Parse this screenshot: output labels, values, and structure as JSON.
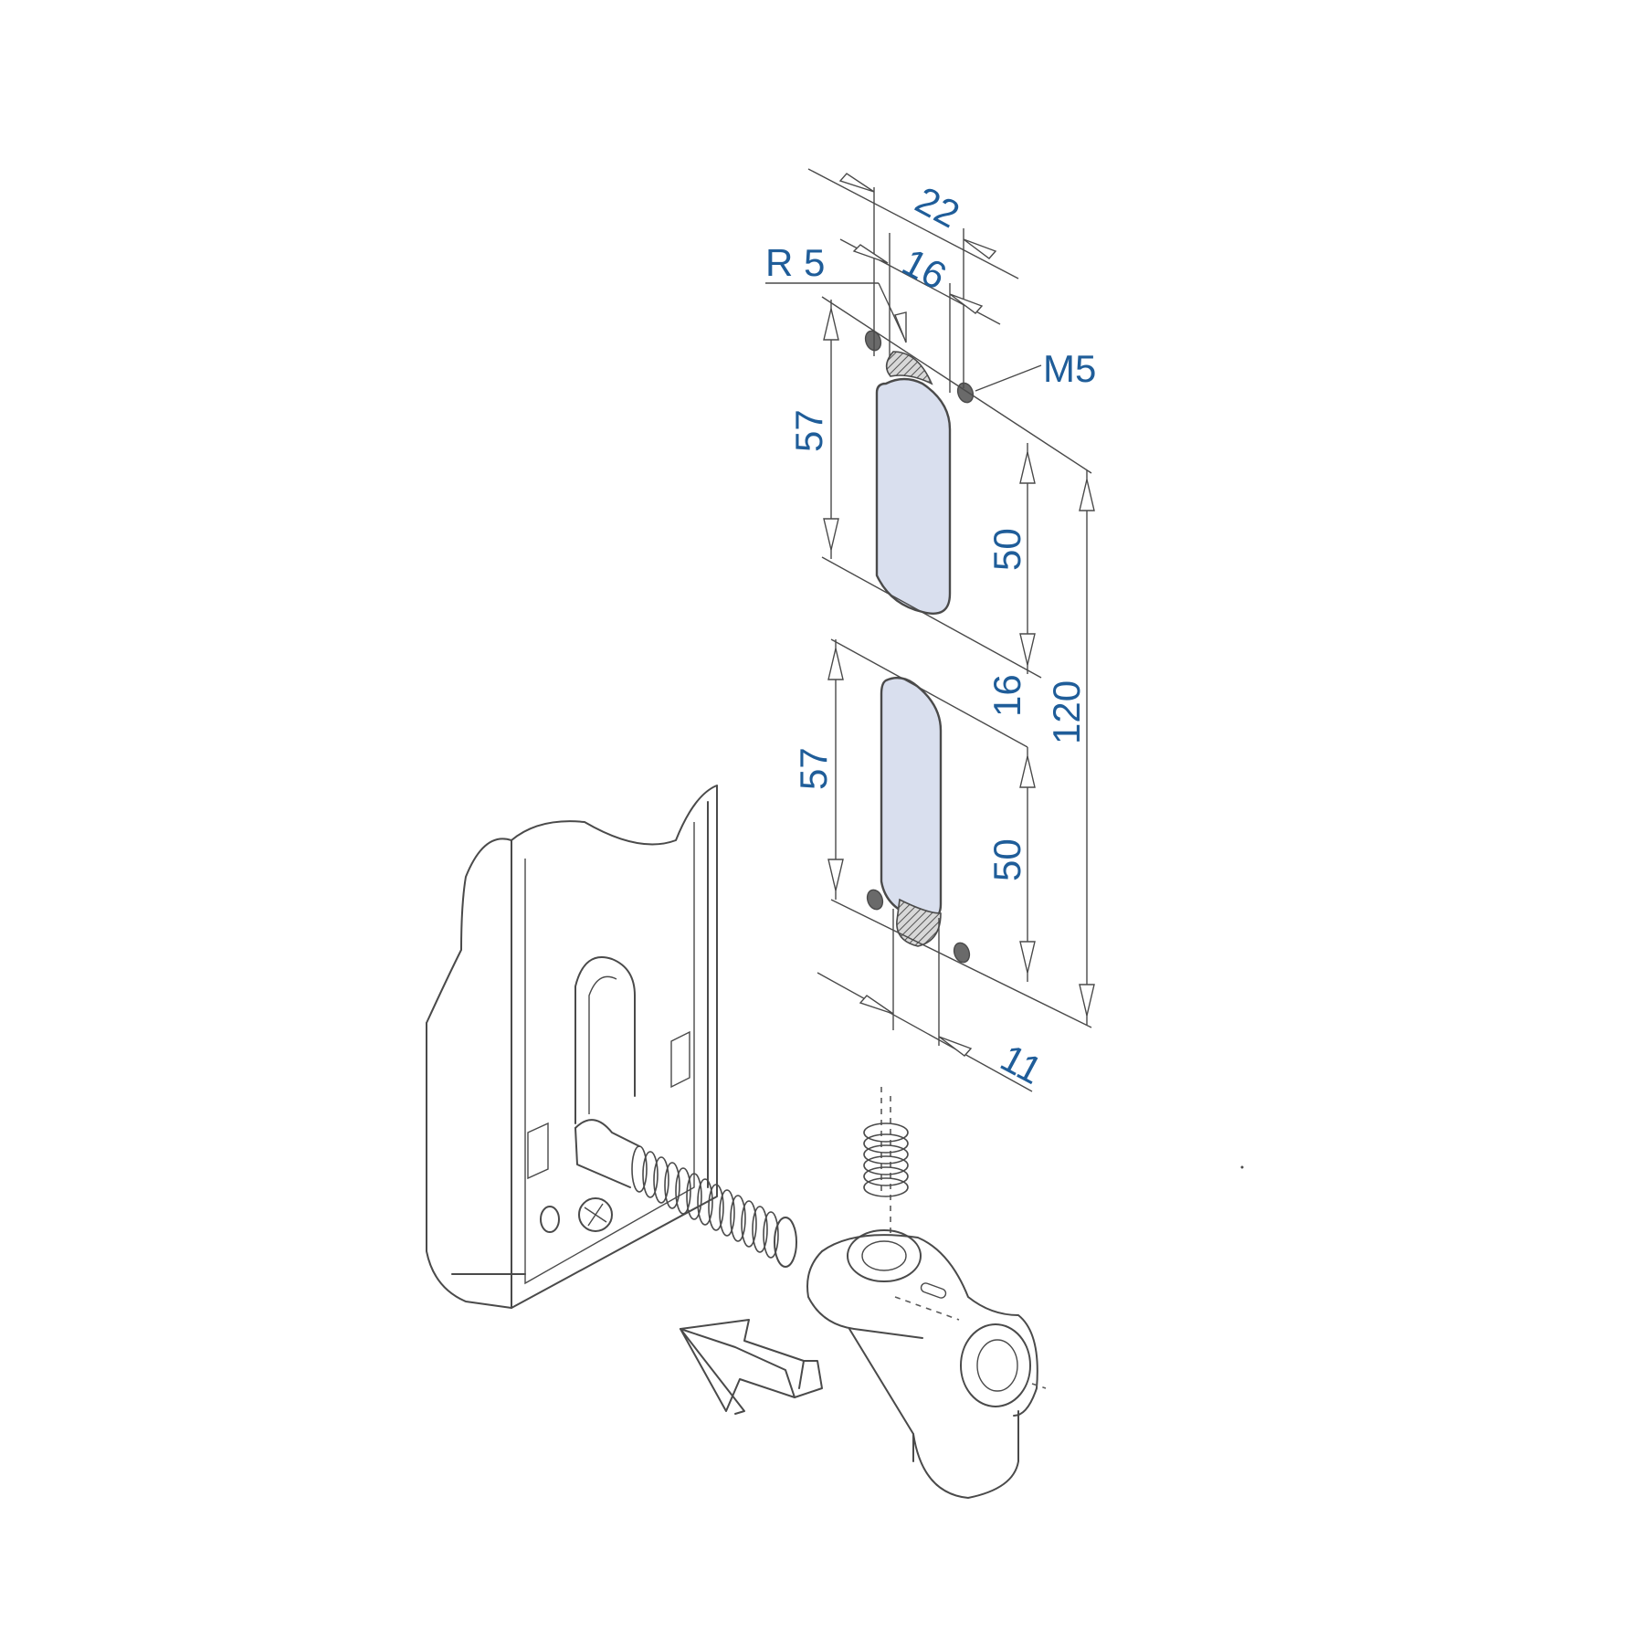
{
  "dimensions": {
    "width_outer": "22",
    "width_inner": "16",
    "radius": "R 5",
    "thread": "M5",
    "upper_slot_length": "57",
    "lower_slot_length": "57",
    "upper_spacing": "50",
    "lower_spacing": "50",
    "gap": "16",
    "total_length": "120",
    "edge_offset": "11"
  },
  "colors": {
    "dimension_text": "#1f5d99",
    "slot_fill": "#d9dfee",
    "line": "#4a4a4a"
  },
  "icons": {
    "arrow": "insert-direction-arrow-icon"
  }
}
